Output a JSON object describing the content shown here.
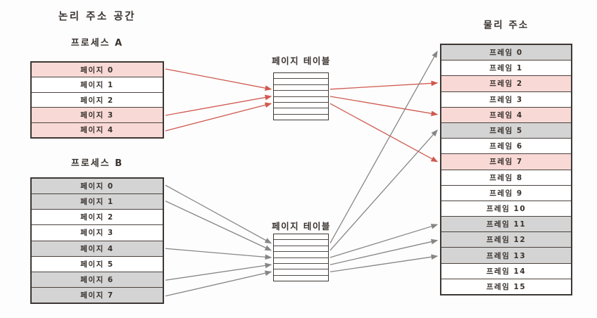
{
  "titles": {
    "logical_space": "논리 주소 공간",
    "physical_address": "물리 주소"
  },
  "colors": {
    "pink": "#f8d9d5",
    "gray": "#d4d4d4",
    "white": "#ffffff",
    "arrow_red": "#d05a50",
    "arrow_gray": "#868686",
    "border": "#3c3734",
    "text": "#39322e"
  },
  "process_a": {
    "title": "프로세스 A",
    "rows": [
      {
        "label": "페이지 0",
        "fill": "pink"
      },
      {
        "label": "페이지 1",
        "fill": "white"
      },
      {
        "label": "페이지 2",
        "fill": "white"
      },
      {
        "label": "페이지 3",
        "fill": "pink"
      },
      {
        "label": "페이지 4",
        "fill": "pink"
      }
    ]
  },
  "process_b": {
    "title": "프로세스 B",
    "rows": [
      {
        "label": "페이지 0",
        "fill": "gray"
      },
      {
        "label": "페이지 1",
        "fill": "gray"
      },
      {
        "label": "페이지 2",
        "fill": "white"
      },
      {
        "label": "페이지 3",
        "fill": "white"
      },
      {
        "label": "페이지 4",
        "fill": "gray"
      },
      {
        "label": "페이지 5",
        "fill": "white"
      },
      {
        "label": "페이지 6",
        "fill": "gray"
      },
      {
        "label": "페이지 7",
        "fill": "gray"
      }
    ]
  },
  "page_table_a": {
    "title": "페이지 테이블",
    "rows": 8
  },
  "page_table_b": {
    "title": "페이지 테이블",
    "rows": 8
  },
  "physical": {
    "rows": [
      {
        "label": "프레임 0",
        "fill": "gray"
      },
      {
        "label": "프레임 1",
        "fill": "white"
      },
      {
        "label": "프레임 2",
        "fill": "pink"
      },
      {
        "label": "프레임 3",
        "fill": "white"
      },
      {
        "label": "프레임 4",
        "fill": "pink"
      },
      {
        "label": "프레임 5",
        "fill": "gray"
      },
      {
        "label": "프레임 6",
        "fill": "white"
      },
      {
        "label": "프레임 7",
        "fill": "pink"
      },
      {
        "label": "프레임 8",
        "fill": "white"
      },
      {
        "label": "프레임 9",
        "fill": "white"
      },
      {
        "label": "프레임 10",
        "fill": "white"
      },
      {
        "label": "프레임 11",
        "fill": "gray"
      },
      {
        "label": "프레임 12",
        "fill": "gray"
      },
      {
        "label": "프레임 13",
        "fill": "gray"
      },
      {
        "label": "프레임 14",
        "fill": "white"
      },
      {
        "label": "프레임 15",
        "fill": "white"
      }
    ]
  },
  "mappings": [
    {
      "process": "process_a",
      "table": "page_table_a",
      "color": "arrow_red",
      "pages": [
        0,
        3,
        4
      ],
      "frames": [
        2,
        4,
        7
      ]
    },
    {
      "process": "process_b",
      "table": "page_table_b",
      "color": "arrow_gray",
      "pages": [
        0,
        1,
        4,
        6,
        7
      ],
      "frames": [
        0,
        5,
        11,
        12,
        13
      ]
    }
  ]
}
